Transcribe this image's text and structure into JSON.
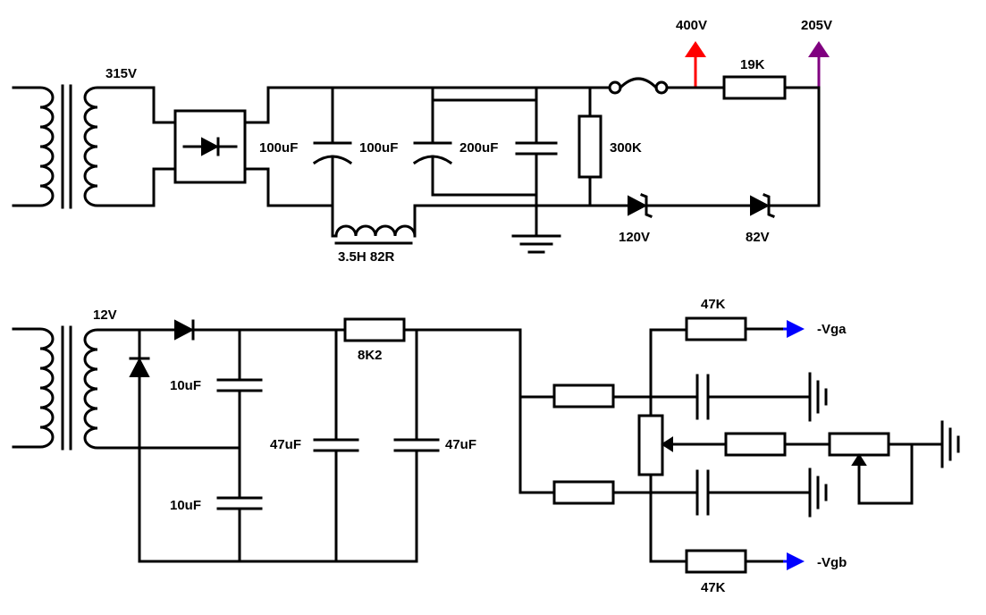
{
  "hv_supply": {
    "transformer_secondary": "315V",
    "cap_1": "100uF",
    "cap_2": "100uF",
    "cap_3": "200uF",
    "choke": "3.5H 82R",
    "bleeder": "300K",
    "out_high": "400V",
    "series_resistor": "19K",
    "out_low": "205V",
    "zener_1": "120V",
    "zener_2": "82V"
  },
  "bias_supply": {
    "transformer_secondary": "12V",
    "cap_top": "10uF",
    "cap_bottom": "10uF",
    "filter_resistor": "8K2",
    "filter_cap_1": "47uF",
    "filter_cap_2": "47uF",
    "res_top": "47K",
    "out_a": "-Vga",
    "res_bottom": "47K",
    "out_b": "-Vgb"
  },
  "colors": {
    "wire": "#000000",
    "arrow_400v": "#ff0000",
    "arrow_205v": "#800080",
    "arrow_bias": "#0000ff"
  }
}
